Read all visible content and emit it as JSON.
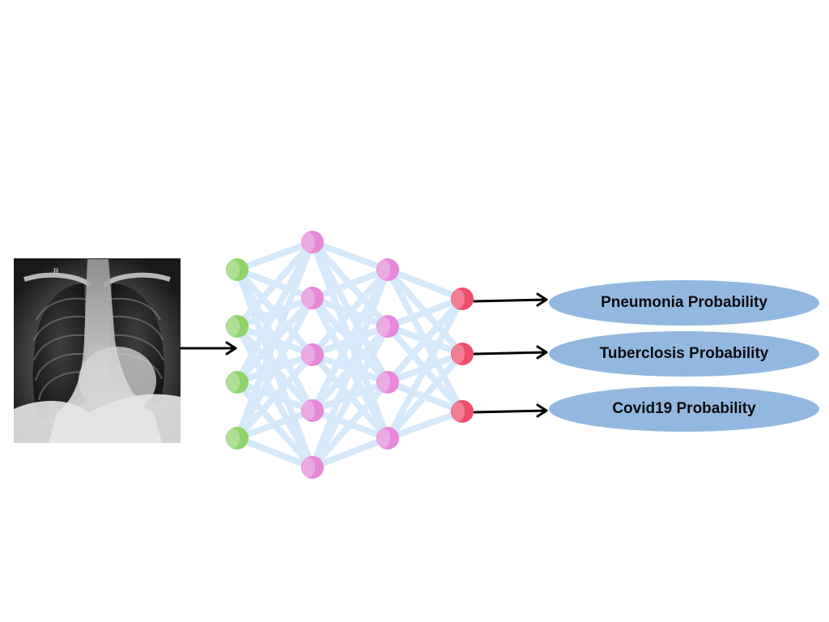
{
  "input": {
    "image_alt": "chest-xray",
    "corner_marker": "R"
  },
  "network": {
    "colors": {
      "input_node": "#8fd46a",
      "hidden_node": "#e58ad8",
      "output_node": "#ee4d6b",
      "connection": "#d6e9fb",
      "arrow": "#000000"
    }
  },
  "outputs": [
    {
      "label": "Pneumonia Probability"
    },
    {
      "label": "Tuberclosis Probability"
    },
    {
      "label": "Covid19 Probability"
    }
  ],
  "output_pill_color": "#93b8df"
}
